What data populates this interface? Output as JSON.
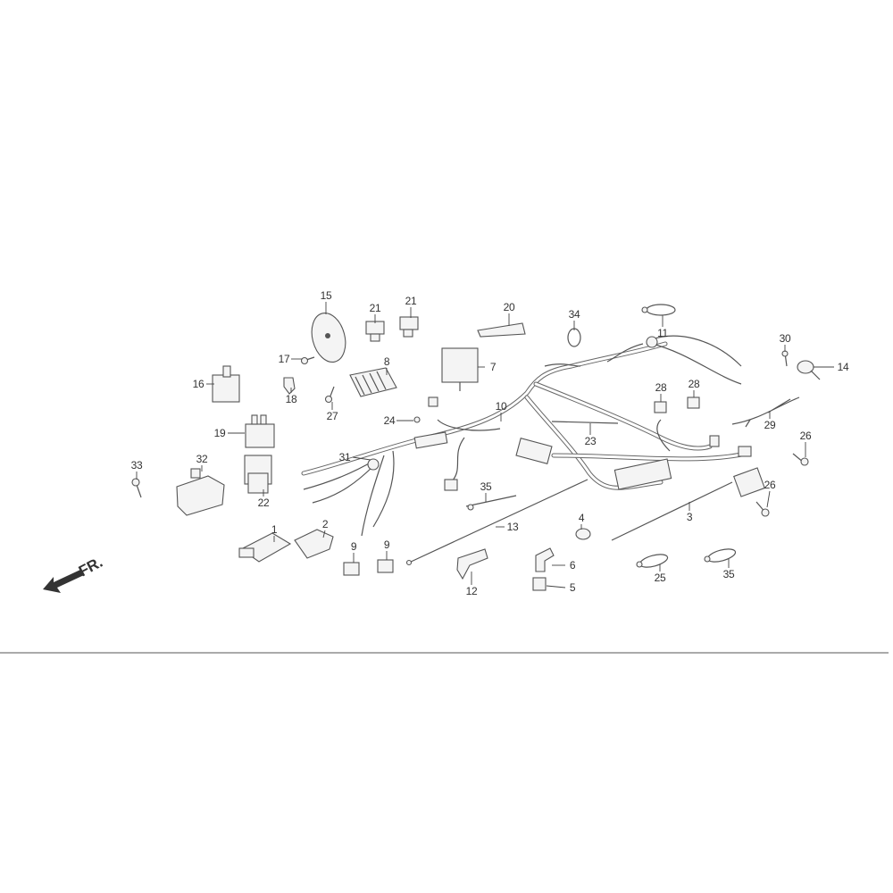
{
  "diagram": {
    "title": "Wire harness exploded parts diagram",
    "front_indicator": "FR.",
    "callouts": [
      "15",
      "21",
      "21",
      "20",
      "34",
      "11",
      "30",
      "14",
      "17",
      "8",
      "7",
      "16",
      "18",
      "27",
      "28",
      "28",
      "24",
      "10",
      "23",
      "29",
      "19",
      "26",
      "31",
      "33",
      "32",
      "35",
      "26",
      "22",
      "3",
      "4",
      "13",
      "1",
      "2",
      "9",
      "9",
      "6",
      "5",
      "12",
      "25",
      "35"
    ]
  }
}
